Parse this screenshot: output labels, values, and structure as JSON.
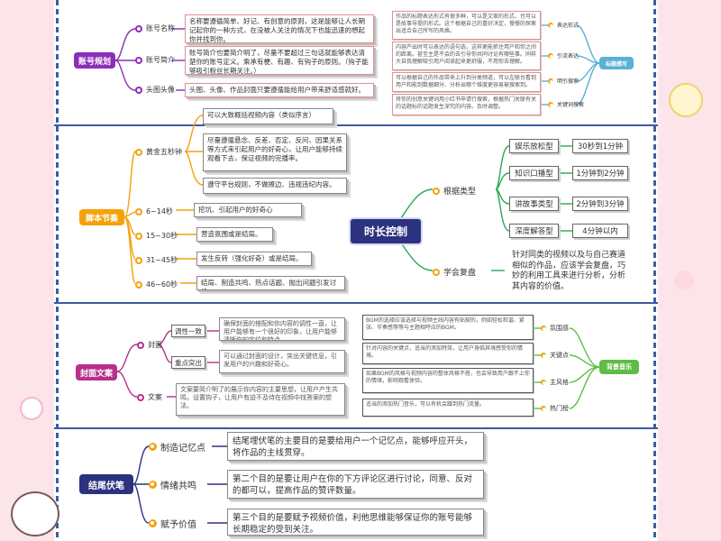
{
  "colors": {
    "accent_navy": "#2c3280",
    "purple": "#8b2fb8",
    "orange": "#f4a20c",
    "magenta": "#b8308a",
    "teal_green": "#29a856",
    "green": "#5fbd45"
  },
  "top_left": {
    "root": "账号规划",
    "items": [
      {
        "label": "账号名称",
        "text": "名称要遵循简单、好记、有创意的原则，这是能够让人长期记起你的一种方式，在没被人关注的情况下也能迅速的想起你并找到你。"
      },
      {
        "label": "账号简介",
        "text": "账号简介也要简介明了，尽量不要超过三句话就能够表达清楚你的账号定义。乘承有梗、有趣、有钩子的原则。（钩子能够吸引粉丝长期关注。）"
      },
      {
        "label": "头图头像",
        "text": "头图、头像、作品封面只要遵循能给用户带来舒适感就好。"
      }
    ]
  },
  "top_right": {
    "root": "标题撰写",
    "items": [
      {
        "label": "表达形式",
        "text": "作品的标题表达形式有很多种，可以是文案的形式、也可以是故事导提的形式。这个根据自己的喜好决定，慢慢的探索出适合自己所写的风格。"
      },
      {
        "label": "引流表达",
        "text": "内容产出时可以表达的语句选，这样更能抓住用户和你之间的距离。甚至主是不会的去引导你共同讨论有哪些事。同样大自我理解吸引用户阅读起来更舒服，不用你去理解。"
      },
      {
        "label": "明引搜索",
        "text": "可以根据自己的作品带来上升到分类频道，可以左联台看到用户和能到数据细分、分析出哪个维度更容易被搜索到。"
      },
      {
        "label": "关键词搜索",
        "text": "将你的创意关键词用小红书申请行搜索，根据热门关联有关的话题标的话题发生深究的内容。及时调整。"
      }
    ]
  },
  "center_title": "时长控制",
  "script": {
    "root": "脚本节奏",
    "golden": {
      "label": "黄金五秒钟",
      "texts": [
        "可以大致概括视频内容（类似序言）",
        "尽量遵循悬念、反差、否定、反问、因果关系等方式来引起用户的好奇心，让用户能够持续观看下去，保证视频的完播率。",
        "遵守平台规则，不做擦边、违规违纪内容。"
      ]
    },
    "segments": [
      {
        "label": "6~14秒",
        "text": "挖坑、引起用户的好奇心"
      },
      {
        "label": "15~30秒",
        "text": "营造氛围或是结局。"
      },
      {
        "label": "31~45秒",
        "text": "发生反转（强化好奇）或是结局。"
      },
      {
        "label": "46~60秒",
        "text": "结局、制造共鸣、热点话题、抛出问题引发讨论。"
      }
    ]
  },
  "duration": {
    "branch1": {
      "label": "根据类型",
      "types": [
        {
          "name": "娱乐放松型",
          "range": "30秒到1分钟"
        },
        {
          "name": "知识口播型",
          "range": "1分钟到2分钟"
        },
        {
          "name": "讲故事类型",
          "range": "2分钟到3分钟"
        },
        {
          "name": "深度解答型",
          "range": "4分钟以内"
        }
      ]
    },
    "branch2": {
      "label": "学会复盘",
      "text": "针对同类的视频以及与自己赛道相似的作品，应该学会复盘，巧妙的利用工具来进行分析，分析其内容的价值。"
    }
  },
  "cover": {
    "root": "封面文案",
    "cover_label": "封面",
    "sub": [
      {
        "label": "调性一致",
        "text": "确保封面的搭配和你内容的调性一直，让用户能够有一个很好的印象，让用户能够清晰你的定位和特点。"
      },
      {
        "label": "重点突出",
        "text": "可以通过封面的设计，突出关键信息，引发用户的兴趣和好奇心。"
      }
    ],
    "copy_label": "文案",
    "copy_text": "文案要简介明了的展示你内容的主要思想，让用户产生共鸣，设置钩子，让用户有迫不及待在视频中找答案的想法。"
  },
  "music": {
    "root": "背景音乐",
    "items": [
      {
        "label": "氛围感",
        "text": "BGM的选择应该选择与视频主线内容有贴契的，例如轻松和谐、紧张、节奏感等等与主题相呼应的BGM。"
      },
      {
        "label": "关键点",
        "text": "针对内容的关键点，适当的添加特效，让用户身临其境感受你的情境。"
      },
      {
        "label": "主风格",
        "text": "如果BGM的风格与视频内容的整体风格不搭，也会导致用户跟不上你的情绪，影响观看体验。"
      },
      {
        "label": "热门榜",
        "text": "适当的添加热门音乐，可以有机会蹭到热门流量。"
      }
    ]
  },
  "ending": {
    "root": "结尾伏笔",
    "items": [
      {
        "label": "制造记忆点",
        "text": "结尾埋伏笔的主要目的是要给用户一个记忆点，能够呼应开头，将作品的主线贯穿。"
      },
      {
        "label": "情绪共鸣",
        "text": "第二个目的是要让用户在你的下方评论区进行讨论，同意、反对的都可以，提高作品的赞评数量。"
      },
      {
        "label": "赋予价值",
        "text": "第三个目的是要赋予视频价值，利他思维能够保证你的账号能够长期稳定的受到关注。"
      }
    ]
  }
}
